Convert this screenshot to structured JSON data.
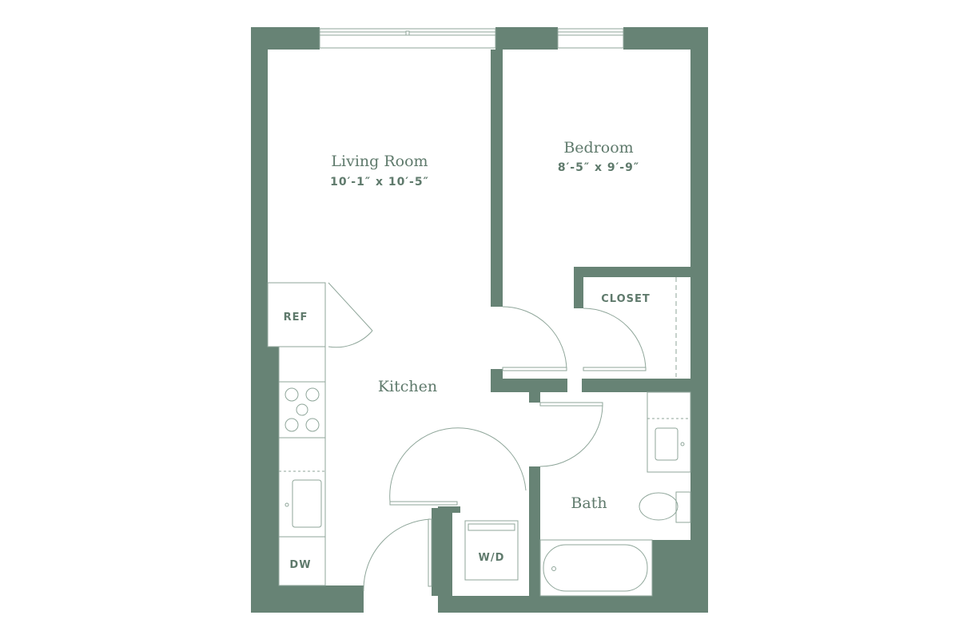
{
  "colors": {
    "wall": "#678375",
    "line": "#8fa69a",
    "text": "#5f7a6c",
    "background": "#ffffff"
  },
  "rooms": {
    "living_room": {
      "name": "Living Room",
      "dimensions": "10′-1″ x 10′-5″"
    },
    "bedroom": {
      "name": "Bedroom",
      "dimensions": "8′-5″ x 9′-9″"
    },
    "kitchen": {
      "name": "Kitchen"
    },
    "bath": {
      "name": "Bath"
    }
  },
  "fixtures": {
    "closet": "CLOSET",
    "refrigerator": "REF",
    "dishwasher": "DW",
    "washer_dryer": "W/D"
  }
}
